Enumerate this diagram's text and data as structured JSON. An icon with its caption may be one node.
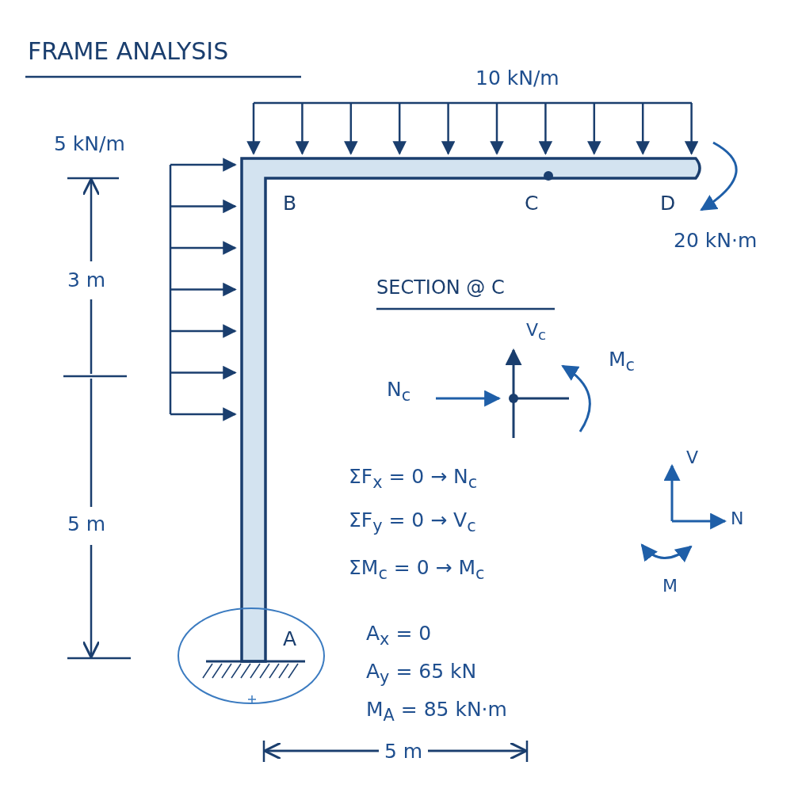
{
  "diagram": {
    "title": "FRAME ANALYSIS",
    "labels": [
      "10 kN/m",
      "5 kN/m",
      "B",
      "C",
      "D",
      "20 kN·m",
      "3 m",
      "SECTION @ C",
      "V$_{c}$",
      "M$_{c}$",
      "N$_{c}$",
      "ΣF$_{x}$ = 0 → N$_{c}$",
      "ΣF$_{y}$ = 0 → V$_{c}$",
      "ΣM$_{c}$ = 0 → M$_{c}$",
      "5 m",
      "V",
      "N",
      "M",
      "A",
      "A$_{x}$ = 0",
      "A$_{y}$ = 65 kN",
      "M$_{A}$ = 85 kN·m",
      "5 m"
    ]
  }
}
